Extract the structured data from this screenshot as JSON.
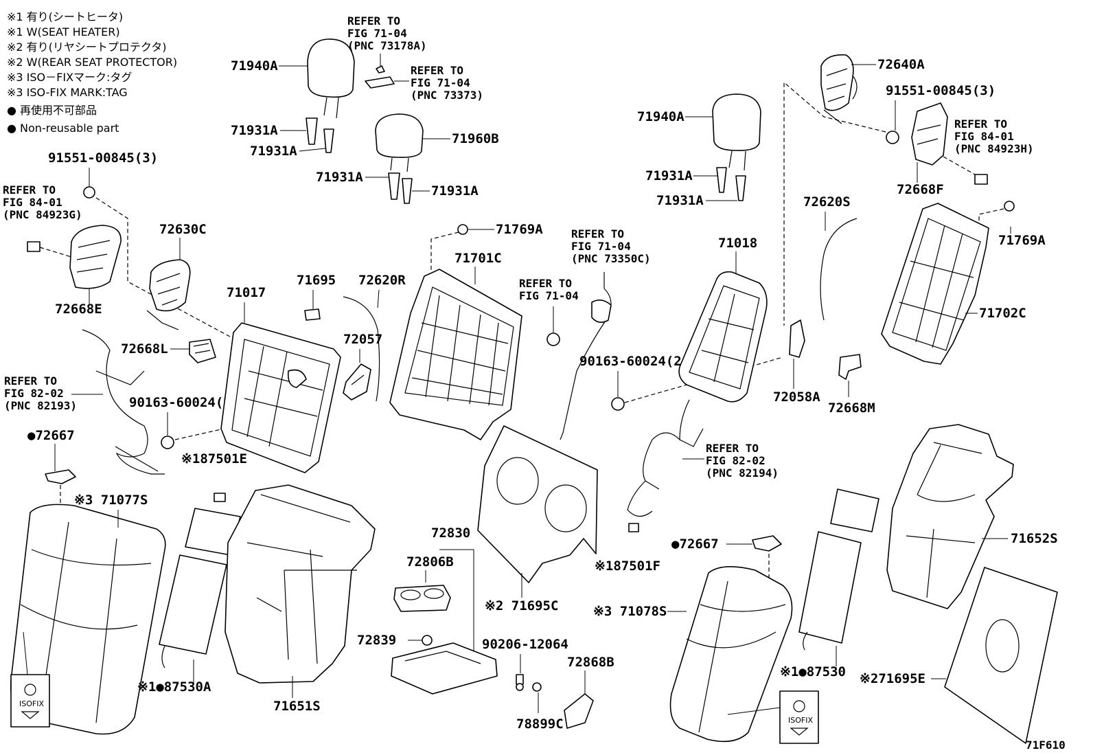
{
  "legend": [
    "※1 有り(シートヒータ)",
    "※1 W(SEAT HEATER)",
    "※2 有り(リヤシートプロテクタ)",
    "※2 W(REAR SEAT PROTECTOR)",
    "※3 ISO－FIXマーク:タグ",
    "※3 ISO-FIX MARK:TAG",
    "● 再使用不可部品",
    "● Non-reusable part"
  ],
  "labels": {
    "p71940A_l": "71940A",
    "p71931A_1": "71931A",
    "p71931A_2": "71931A",
    "p71960B": "71960B",
    "p71931A_3": "71931A",
    "p71931A_4": "71931A",
    "p91551_l": "91551-00845(3)",
    "p72630C": "72630C",
    "p72668E": "72668E",
    "p71017": "71017",
    "p72668L": "72668L",
    "p71695": "71695",
    "p72620R": "72620R",
    "p72057": "72057",
    "p90163_l": "90163-60024(2)",
    "p71769A_l": "71769A",
    "p71701C": "71701C",
    "p72667_l": "●72667",
    "p87501E": "※187501E",
    "p71077S": "※3 71077S",
    "p87530A": "※1●87530A",
    "p71651S": "71651S",
    "p72830": "72830",
    "p72806B": "72806B",
    "p72839": "72839",
    "p90206": "90206-12064",
    "p72868B": "72868B",
    "p78899C": "78899C",
    "p71695C": "※2 71695C",
    "p71940A_r": "71940A",
    "p71931A_r1": "71931A",
    "p71931A_r2": "71931A",
    "p72640A": "72640A",
    "p91551_r": "91551-00845(3)",
    "p72668F": "72668F",
    "p72620S": "72620S",
    "p71018": "71018",
    "p71769A_r": "71769A",
    "p71702C": "71702C",
    "p90163_r": "90163-60024(2)",
    "p72058A": "72058A",
    "p72668M": "72668M",
    "p87501F": "※187501F",
    "p72667_r": "●72667",
    "p71652S": "71652S",
    "p71078S": "※3 71078S",
    "p87530": "※1●87530",
    "p71695E": "※271695E",
    "fig_code": "71F610",
    "isofix": "ISOFIX"
  },
  "refs": {
    "r73178A": [
      "REFER TO",
      "FIG 71-04",
      "(PNC 73178A)"
    ],
    "r73373": [
      "REFER TO",
      "FIG 71-04",
      "(PNC 73373)"
    ],
    "r84923G": [
      "REFER TO",
      "FIG 84-01",
      "(PNC 84923G)"
    ],
    "r82193": [
      "REFER TO",
      "FIG 82-02",
      "(PNC 82193)"
    ],
    "r73350C": [
      "REFER TO",
      "FIG 71-04",
      "(PNC 73350C)"
    ],
    "r7104": [
      "REFER TO",
      "FIG 71-04"
    ],
    "r84923H": [
      "REFER TO",
      "FIG 84-01",
      "(PNC 84923H)"
    ],
    "r82194": [
      "REFER TO",
      "FIG 82-02",
      "(PNC 82194)"
    ]
  }
}
